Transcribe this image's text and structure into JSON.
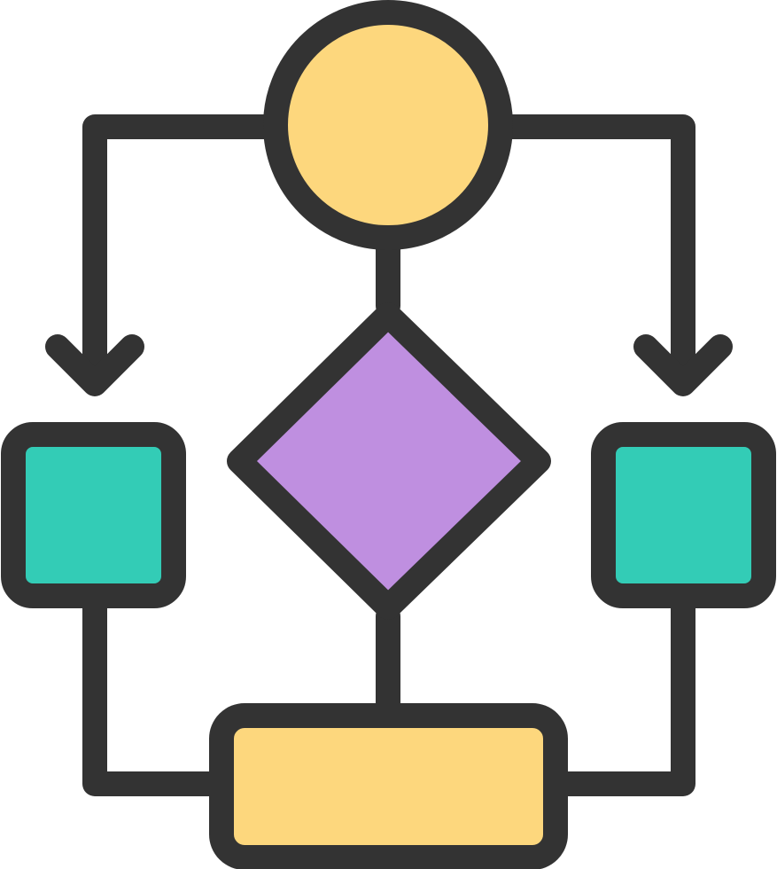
{
  "icon": {
    "name": "flowchart-icon",
    "colors": {
      "stroke": "#333333",
      "start_circle_fill": "#FDD77D",
      "decision_diamond_fill": "#BF8FE0",
      "process_box_fill": "#33CCB6",
      "end_box_fill": "#FDD77D",
      "background": "#FFFFFF"
    },
    "shapes": [
      "circle",
      "diamond",
      "square",
      "square",
      "rounded-rectangle"
    ],
    "connectors": [
      "arrow-down-left",
      "arrow-down-right",
      "line-circle-to-diamond",
      "line-diamond-to-bottom",
      "line-left-to-bottom",
      "line-right-to-bottom"
    ]
  }
}
